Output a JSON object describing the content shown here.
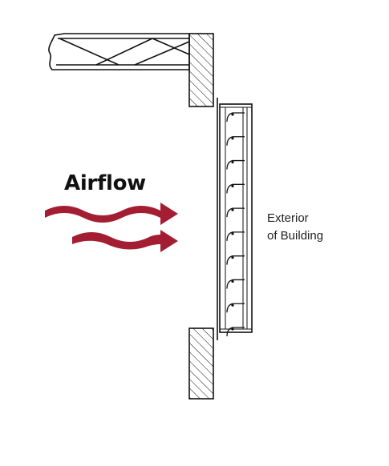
{
  "labels": {
    "airflow": "Airflow",
    "exterior_line1": "Exterior",
    "exterior_line2": "of Building"
  },
  "colors": {
    "arrow": "#a31e32",
    "line": "#111111",
    "background": "#ffffff"
  },
  "louver": {
    "blade_count": 10
  }
}
